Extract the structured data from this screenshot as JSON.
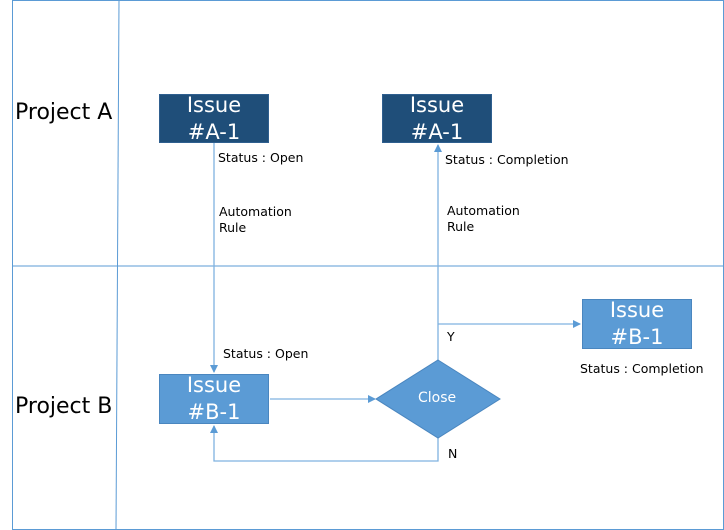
{
  "lanes": [
    {
      "label": "Project A"
    },
    {
      "label": "Project B"
    }
  ],
  "nodes": {
    "a1_open": {
      "line1": "Issue",
      "line2": "#A-1"
    },
    "a1_done": {
      "line1": "Issue",
      "line2": "#A-1"
    },
    "b1_open": {
      "line1": "Issue",
      "line2": "#B-1"
    },
    "b1_done": {
      "line1": "Issue",
      "line2": "#B-1"
    },
    "decision": {
      "label": "Close"
    }
  },
  "notes": {
    "status_a_open": "Status : Open",
    "status_a_done": "Status : Completion",
    "automation_left_1": "Automation",
    "automation_left_2": "Rule",
    "automation_right_1": "Automation",
    "automation_right_2": "Rule",
    "status_b_open": "Status : Open",
    "status_b_done": "Status : Completion",
    "yes": "Y",
    "no": "N"
  },
  "colors": {
    "dark_box": "#1f4e79",
    "light_box": "#5b9bd5",
    "connector": "#7fb2e0",
    "lane_border": "#5b9bd5"
  }
}
